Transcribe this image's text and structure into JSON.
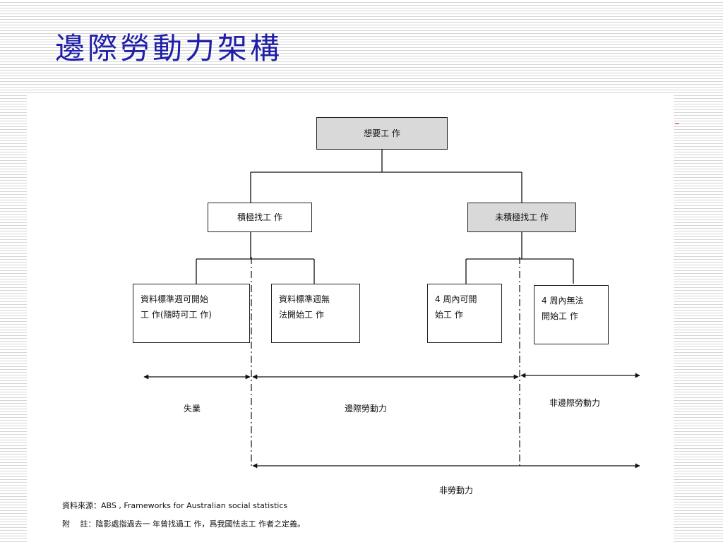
{
  "title": "邊際勞動力架構",
  "diagram": {
    "root": "想要工 作",
    "active": "積極找工 作",
    "inactive": "未積極找工 作",
    "leaf1": "資料標準週可開始\n工 作(隨時可工 作)",
    "leaf2": "資料標準週無\n法開始工 作",
    "leaf3": "4 周內可開\n始工 作",
    "leaf4": "4 周內無法\n開始工 作",
    "range_unemployed": "失業",
    "range_marginal": "邊際勞動力",
    "range_non_marginal": "非邊際勞動力",
    "range_not_in_labor_force": "非勞動力"
  },
  "source": {
    "label": "資料來源：",
    "text": "ABS , Frameworks for Australian social statistics"
  },
  "note": {
    "label": "附　 註：",
    "text": "陰影處指過去一 年曾找過工 作，爲我國怯志工 作者之定義。"
  },
  "colors": {
    "title": "#1f1fa8",
    "shaded_box": "#d9d9d9"
  }
}
